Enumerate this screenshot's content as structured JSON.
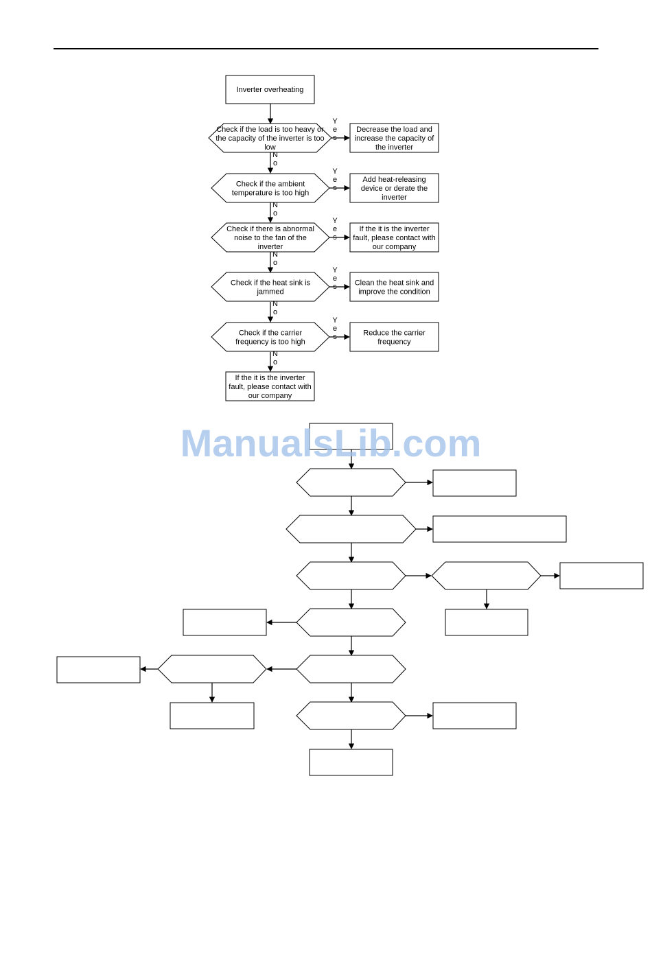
{
  "watermark": "ManualsLib.com",
  "flowchart_overheating": {
    "start": "Inverter overheating",
    "checks": [
      {
        "question": "Check if the load is too heavy or the capacity of the inverter is too low",
        "yes_label": "Yes",
        "no_label": "No",
        "action": "Decrease the load and increase the capacity of the inverter"
      },
      {
        "question": "Check if the ambient temperature is too high",
        "yes_label": "Yes",
        "no_label": "No",
        "action": "Add heat-releasing device or derate the inverter"
      },
      {
        "question": "Check if there is abnormal noise to the fan of the inverter",
        "yes_label": "Yes",
        "no_label": "No",
        "action": "If the it is the inverter fault, please contact with our company"
      },
      {
        "question": "Check if the heat sink is jammed",
        "yes_label": "Yes",
        "no_label": "No",
        "action": "Clean the heat sink and improve the condition"
      },
      {
        "question": "Check if the carrier frequency is too high",
        "yes_label": "Yes",
        "no_label": "No",
        "action": "Reduce the carrier frequency"
      }
    ],
    "end": "If the it is the inverter fault, please contact with our company"
  },
  "flowchart_blank": {
    "nodes": [
      "",
      "",
      "",
      "",
      "",
      "",
      "",
      "",
      "",
      "",
      "",
      "",
      "",
      "",
      "",
      "",
      "",
      ""
    ]
  }
}
